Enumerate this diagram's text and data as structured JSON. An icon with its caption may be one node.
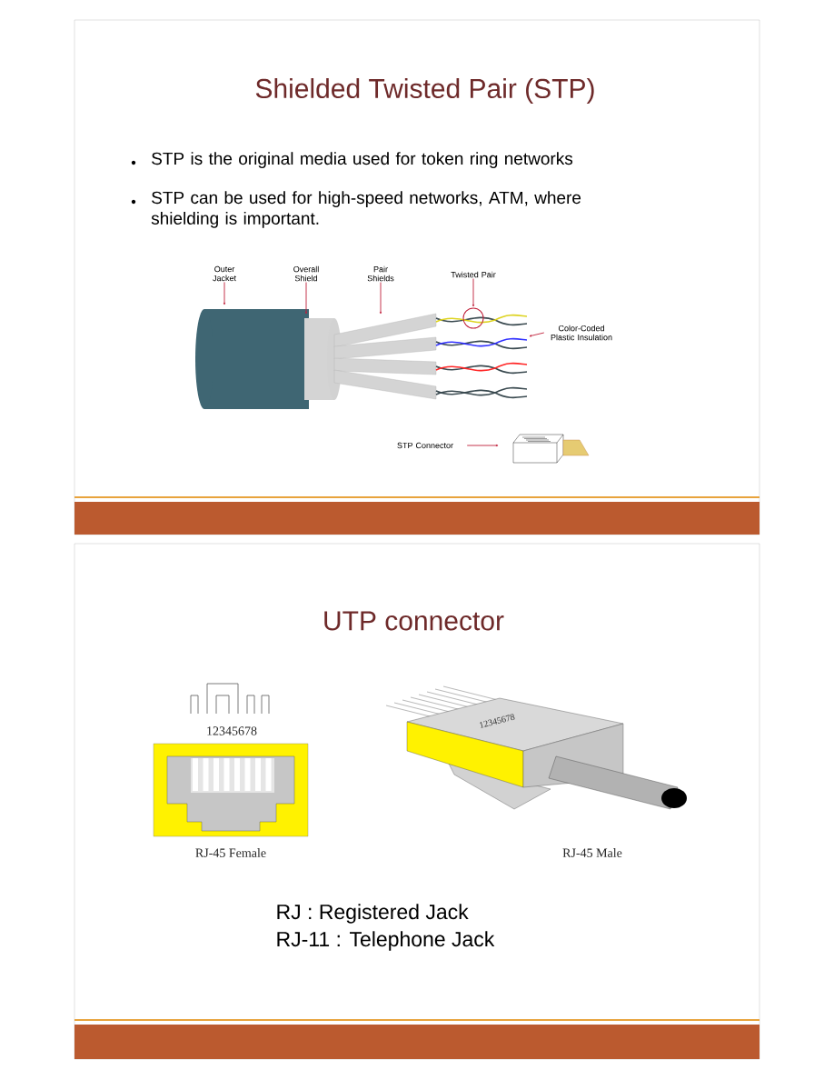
{
  "diagram": {
    "nodes": [
      {
        "text": [
          "Outer Jacket"
        ]
      },
      {
        "text": [
          "Overall Shield"
        ]
      },
      {
        "text": [
          "Pair Shields"
        ]
      },
      {
        "text": [
          "Twisted Pair"
        ]
      },
      {
        "text": [
          "Color-Coded Plastic Insulation"
        ]
      },
      {
        "text": [
          "STP Connector"
        ]
      }
    ],
    "edges": [
      {
        "from": 0,
        "to": null,
        "arrow": "to"
      },
      {
        "from": 1,
        "to": null,
        "arrow": "to"
      },
      {
        "from": 2,
        "to": null,
        "arrow": "to"
      },
      {
        "from": 3,
        "to": null,
        "arrow": "to"
      },
      {
        "from": 4,
        "to": null,
        "arrow": "to"
      },
      {
        "from": 5,
        "to": null,
        "arrow": "to"
      }
    ],
    "labels": [
      "Shielded Twisted Pair (STP)",
      "STP is the original media used for token ring networks",
      "STP can be used for high-speed networks, ATM, where shielding is important.",
      "UTP connector",
      "12345678",
      "12345678",
      "RJ-45 Female",
      "RJ-45 Male",
      "RJ : Registered Jack",
      "RJ-11 : Telephone Jack"
    ]
  }
}
